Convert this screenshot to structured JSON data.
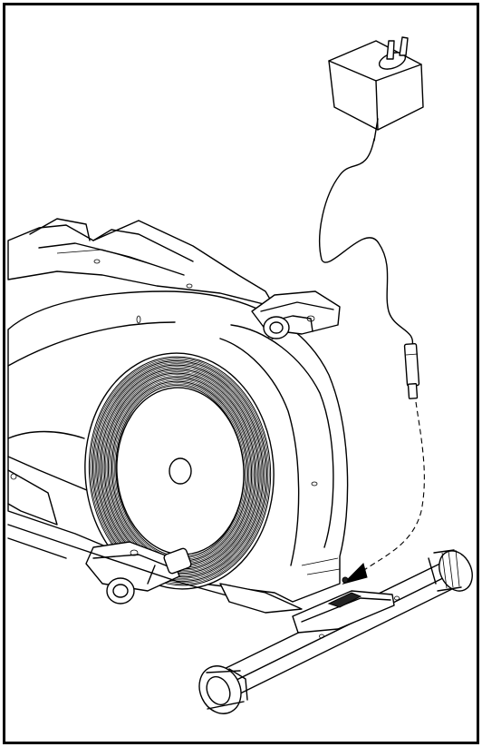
{
  "figure": {
    "colors": {
      "line": "#000000",
      "fill": "#ffffff",
      "frame": "#000000"
    },
    "parts": [
      "power-adapter-icon",
      "adapter-cable",
      "cable-plug",
      "connection-arrow-icon",
      "flywheel",
      "front-stabilizer-tube",
      "end-caps",
      "pedals"
    ]
  }
}
